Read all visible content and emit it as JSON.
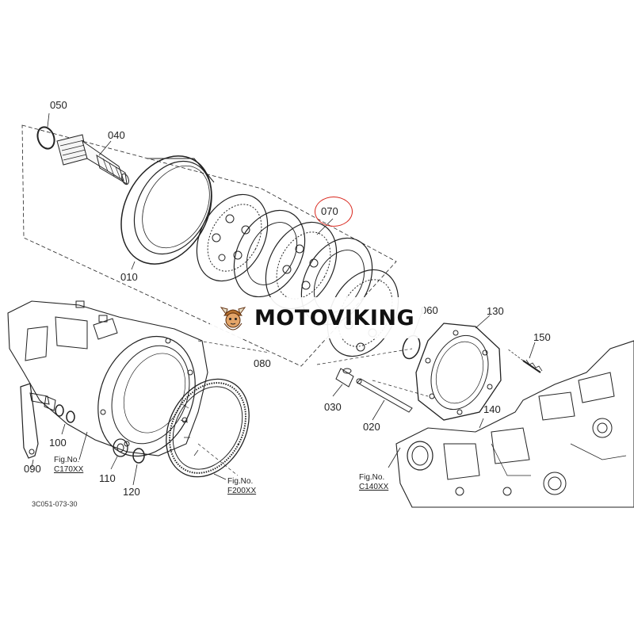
{
  "diagram": {
    "part_labels": {
      "p050": "050",
      "p040": "040",
      "p010": "010",
      "p070": "070",
      "p060": "060",
      "p130": "130",
      "p150": "150",
      "p080": "080",
      "p030": "030",
      "p020": "020",
      "p140": "140",
      "p100": "100",
      "p090": "090",
      "p110": "110",
      "p120": "120"
    },
    "figure_refs": [
      {
        "prefix": "Fig.No.",
        "code": "C170XX"
      },
      {
        "prefix": "Fig.No.",
        "code": "F200XX"
      },
      {
        "prefix": "Fig.No.",
        "code": "C140XX"
      }
    ],
    "drawing_code": "3C051-073-30",
    "highlight_color": "#d9261c",
    "line_color": "#222222"
  },
  "watermark": {
    "text": "MOTOVIKING",
    "logo_icon": "viking-mascot-icon"
  }
}
